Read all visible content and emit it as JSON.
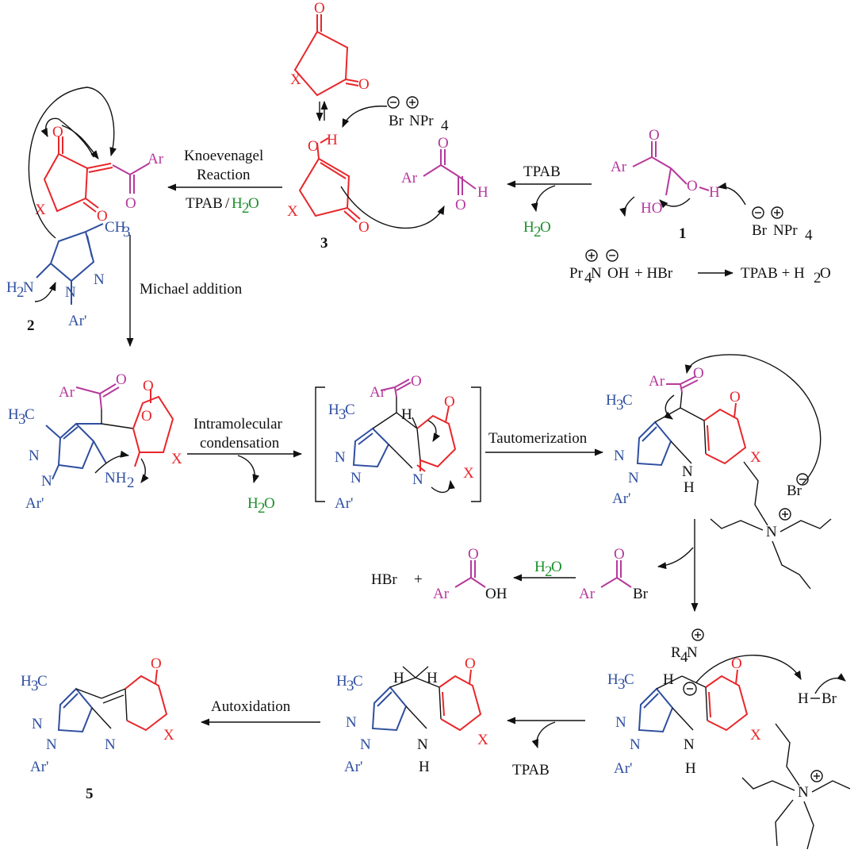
{
  "reagents": {
    "knoevenagel_1": "Knoevenagel",
    "knoevenagel_2": "Reaction",
    "tpab": "TPAB",
    "h2o": "H",
    "h2o_sub": "2",
    "h2o_o": "O",
    "slash": "/"
  },
  "steps": {
    "michael": "Michael addition",
    "intramolecular_1": "Intramolecular",
    "intramolecular_2": "condensation",
    "tautomerization": "Tautomerization",
    "autoxidation": "Autoxidation"
  },
  "compounds": {
    "c1": "1",
    "c2": "2",
    "c3": "3",
    "c5": "5"
  },
  "atoms": {
    "O": "O",
    "H": "H",
    "X": "X",
    "Ar": "Ar",
    "Ar_prime": "Ar'",
    "N": "N",
    "HO": "HO",
    "Br": "Br",
    "OH": "OH",
    "CH3": "CH",
    "sub3": "3",
    "H3C": "H",
    "C": "C",
    "NPr4": "NPr",
    "sub4": "4",
    "Pr4N": "Pr",
    "R4N": "R",
    "NH2": "NH",
    "sub2": "2",
    "H2N": "H",
    "HBr": "HBr",
    "plus": "+",
    "minus": "−",
    "plus_eq": "+ HBr",
    "TPAB_H2O": "TPAB + H",
    "dash": "–"
  },
  "colors": {
    "dione": "#e8262a",
    "glyoxal": "#b5399b",
    "pyrazole": "#2f4f9f",
    "water": "#1c8f2a",
    "arrows": "#111111"
  }
}
